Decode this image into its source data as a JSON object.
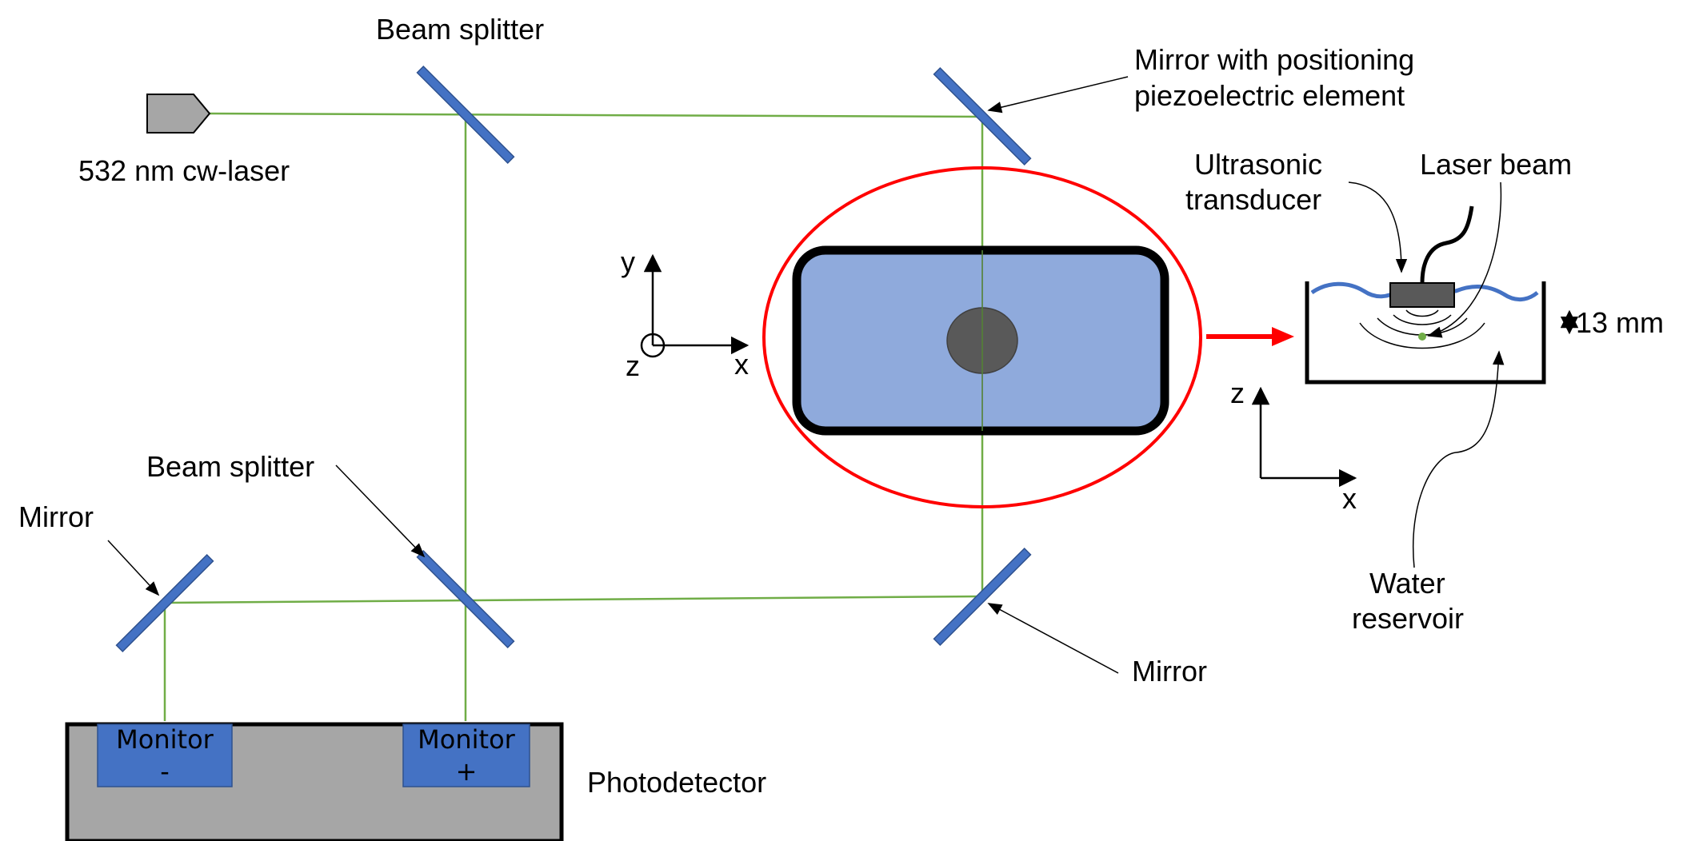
{
  "colors": {
    "laser_beam": "#70ad47",
    "optic_blue": "#4472c4",
    "sample_fill": "#8faadc",
    "highlight_red": "#ff0000",
    "detector_gray": "#a6a6a6",
    "sample_dark": "#595959",
    "outline": "#000000"
  },
  "labels": {
    "laser": "532 nm cw-laser",
    "beam_splitter_top": "Beam splitter",
    "beam_splitter_bottom": "Beam splitter",
    "mirror_piezo_line1": "Mirror with positioning",
    "mirror_piezo_line2": "piezoelectric element",
    "mirror_left": "Mirror",
    "mirror_right": "Mirror",
    "photodetector": "Photodetector",
    "monitor_minus_line1": "Monitor",
    "monitor_minus_line2": "-",
    "monitor_plus_line1": "Monitor",
    "monitor_plus_line2": "+",
    "ultrasonic_line1": "Ultrasonic",
    "ultrasonic_line2": "transducer",
    "laser_beam": "Laser beam",
    "depth": "13 mm",
    "water_line1": "Water",
    "water_line2": "reservoir"
  },
  "axes_xy": {
    "y": "y",
    "x": "x",
    "z": "z"
  },
  "axes_xz": {
    "z": "z",
    "x": "x"
  }
}
